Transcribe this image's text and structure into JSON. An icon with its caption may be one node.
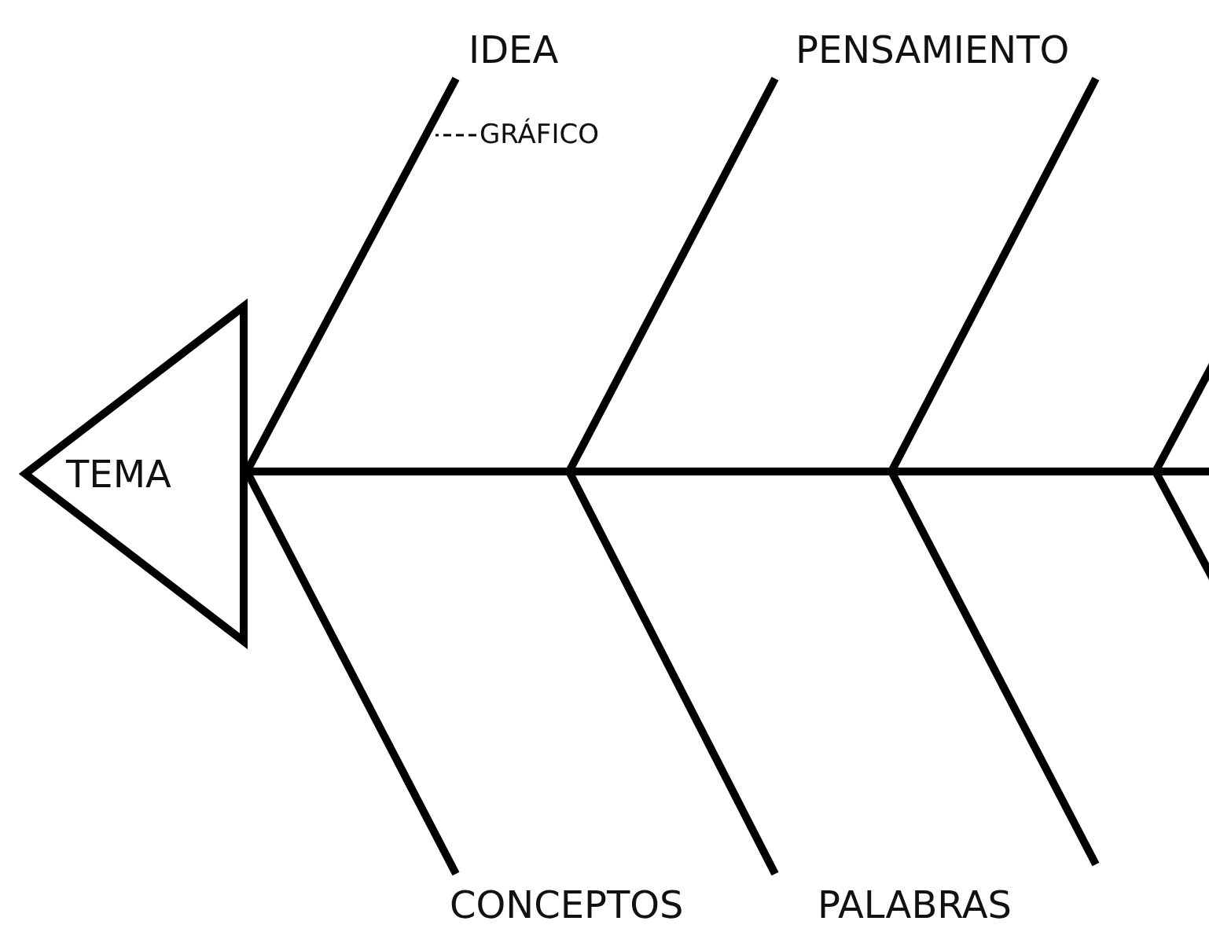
{
  "diagram": {
    "nodes": [
      {
        "text": [
          "TEMA"
        ]
      },
      {
        "text": [
          "IDEA"
        ]
      },
      {
        "text": [
          "PENSAMIENTO"
        ]
      },
      {
        "text": [
          "CONCEPTOS"
        ]
      },
      {
        "text": [
          "PALABRAS"
        ]
      },
      {
        "text": [
          "GRÁFICO"
        ]
      }
    ],
    "edges": [
      {
        "from": 0,
        "to": null,
        "arrow": "none"
      },
      {
        "from": 1,
        "to": 0,
        "arrow": "none"
      },
      {
        "from": 2,
        "to": null,
        "arrow": "none"
      },
      {
        "from": 3,
        "to": 0,
        "arrow": "none"
      },
      {
        "from": 4,
        "to": null,
        "arrow": "none"
      },
      {
        "from": 5,
        "to": null,
        "arrow": "none",
        "style": "dashed"
      }
    ]
  }
}
